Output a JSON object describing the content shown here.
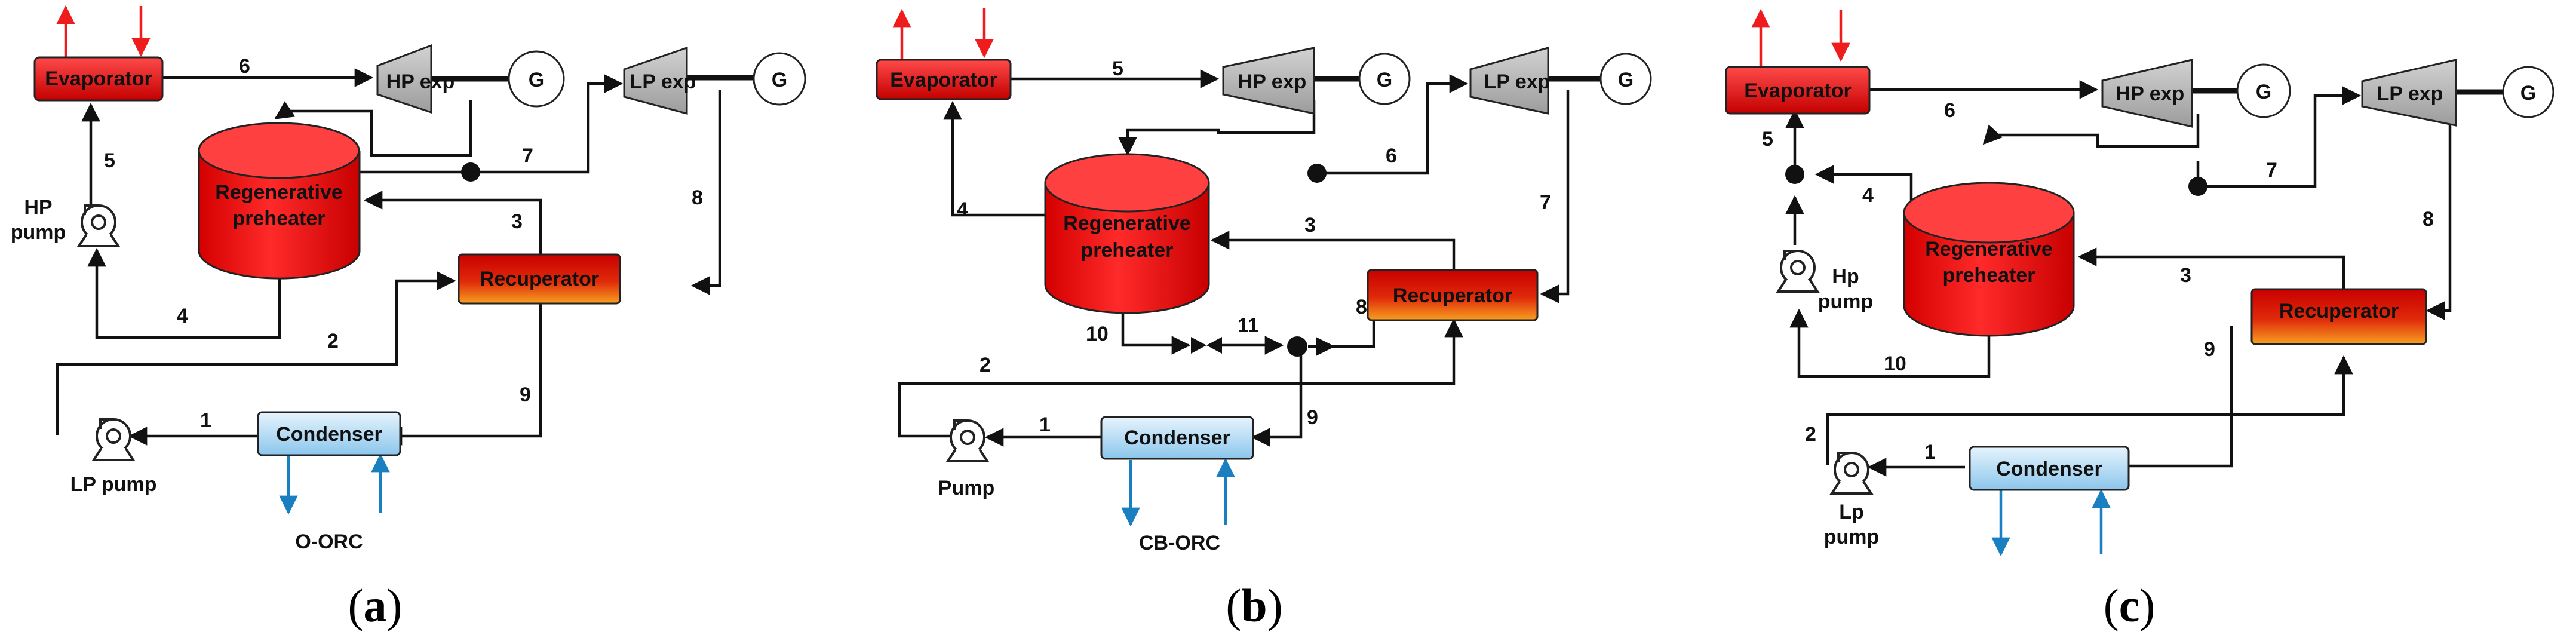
{
  "colors": {
    "hot_arrow": "#ee1c1c",
    "cold_arrow": "#1a7fc0",
    "evaporator": "#e01010",
    "condenser": "#a9d3ef",
    "expander": "#b8b8b8"
  },
  "icons": [
    "pump-icon",
    "generator-icon",
    "mixing-node-icon",
    "valve-icon"
  ],
  "panels": [
    {
      "caption": "a",
      "config_label": "O-ORC",
      "components": {
        "evaporator": "Evaporator",
        "hp_exp": "HP exp",
        "lp_exp": "LP exp",
        "gen1": "G",
        "gen2": "G",
        "preheater_l1": "Regenerative",
        "preheater_l2": "preheater",
        "recuperator": "Recuperator",
        "condenser": "Condenser",
        "pump_hp_l1": "HP",
        "pump_hp_l2": "pump",
        "pump_lp": "LP pump"
      },
      "streams": [
        "1",
        "2",
        "3",
        "4",
        "5",
        "6",
        "7",
        "8",
        "9"
      ]
    },
    {
      "caption": "b",
      "config_label": "CB-ORC",
      "components": {
        "evaporator": "Evaporator",
        "hp_exp": "HP exp",
        "lp_exp": "LP exp",
        "gen1": "G",
        "gen2": "G",
        "preheater_l1": "Regenerative",
        "preheater_l2": "preheater",
        "recuperator": "Recuperator",
        "condenser": "Condenser",
        "pump": "Pump"
      },
      "streams": [
        "1",
        "2",
        "3",
        "4",
        "5",
        "6",
        "7",
        "8",
        "9",
        "10",
        "11"
      ]
    },
    {
      "caption": "c",
      "components": {
        "evaporator": "Evaporator",
        "hp_exp": "HP exp",
        "lp_exp": "LP exp",
        "gen1": "G",
        "gen2": "G",
        "preheater_l1": "Regenerative",
        "preheater_l2": "preheater",
        "recuperator": "Recuperator",
        "condenser": "Condenser",
        "pump_hp_l1": "Hp",
        "pump_hp_l2": "pump",
        "pump_lp_l1": "Lp",
        "pump_lp_l2": "pump"
      },
      "streams": [
        "1",
        "2",
        "3",
        "4",
        "5",
        "6",
        "7",
        "8",
        "9",
        "10"
      ]
    }
  ]
}
